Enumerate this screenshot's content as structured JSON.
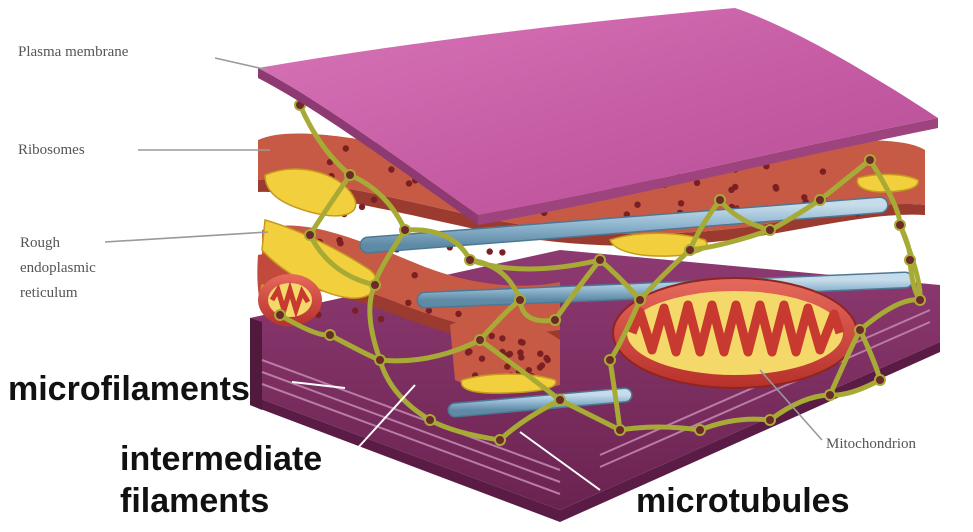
{
  "labels": {
    "plasma_membrane": "Plasma membrane",
    "ribosomes": "Ribosomes",
    "rough_er_line1": "Rough",
    "rough_er_line2": "endoplasmic",
    "rough_er_line3": "reticulum",
    "microfilaments": "microfilaments",
    "intermediate_line1": "intermediate",
    "intermediate_line2": "filaments",
    "microtubules": "microtubules",
    "mitochondrion": "Mitochondrion"
  },
  "colors": {
    "membrane_top": "#c85aa6",
    "membrane_edge": "#a84a86",
    "bottom_slab": "#7a2a5e",
    "er": "#c65a45",
    "er_dark": "#9b3a2e",
    "microtubule": "#8fb6cf",
    "filament": "#b6b83a",
    "mito_outer": "#d4483e",
    "cisterna": "#f2cf3c"
  }
}
